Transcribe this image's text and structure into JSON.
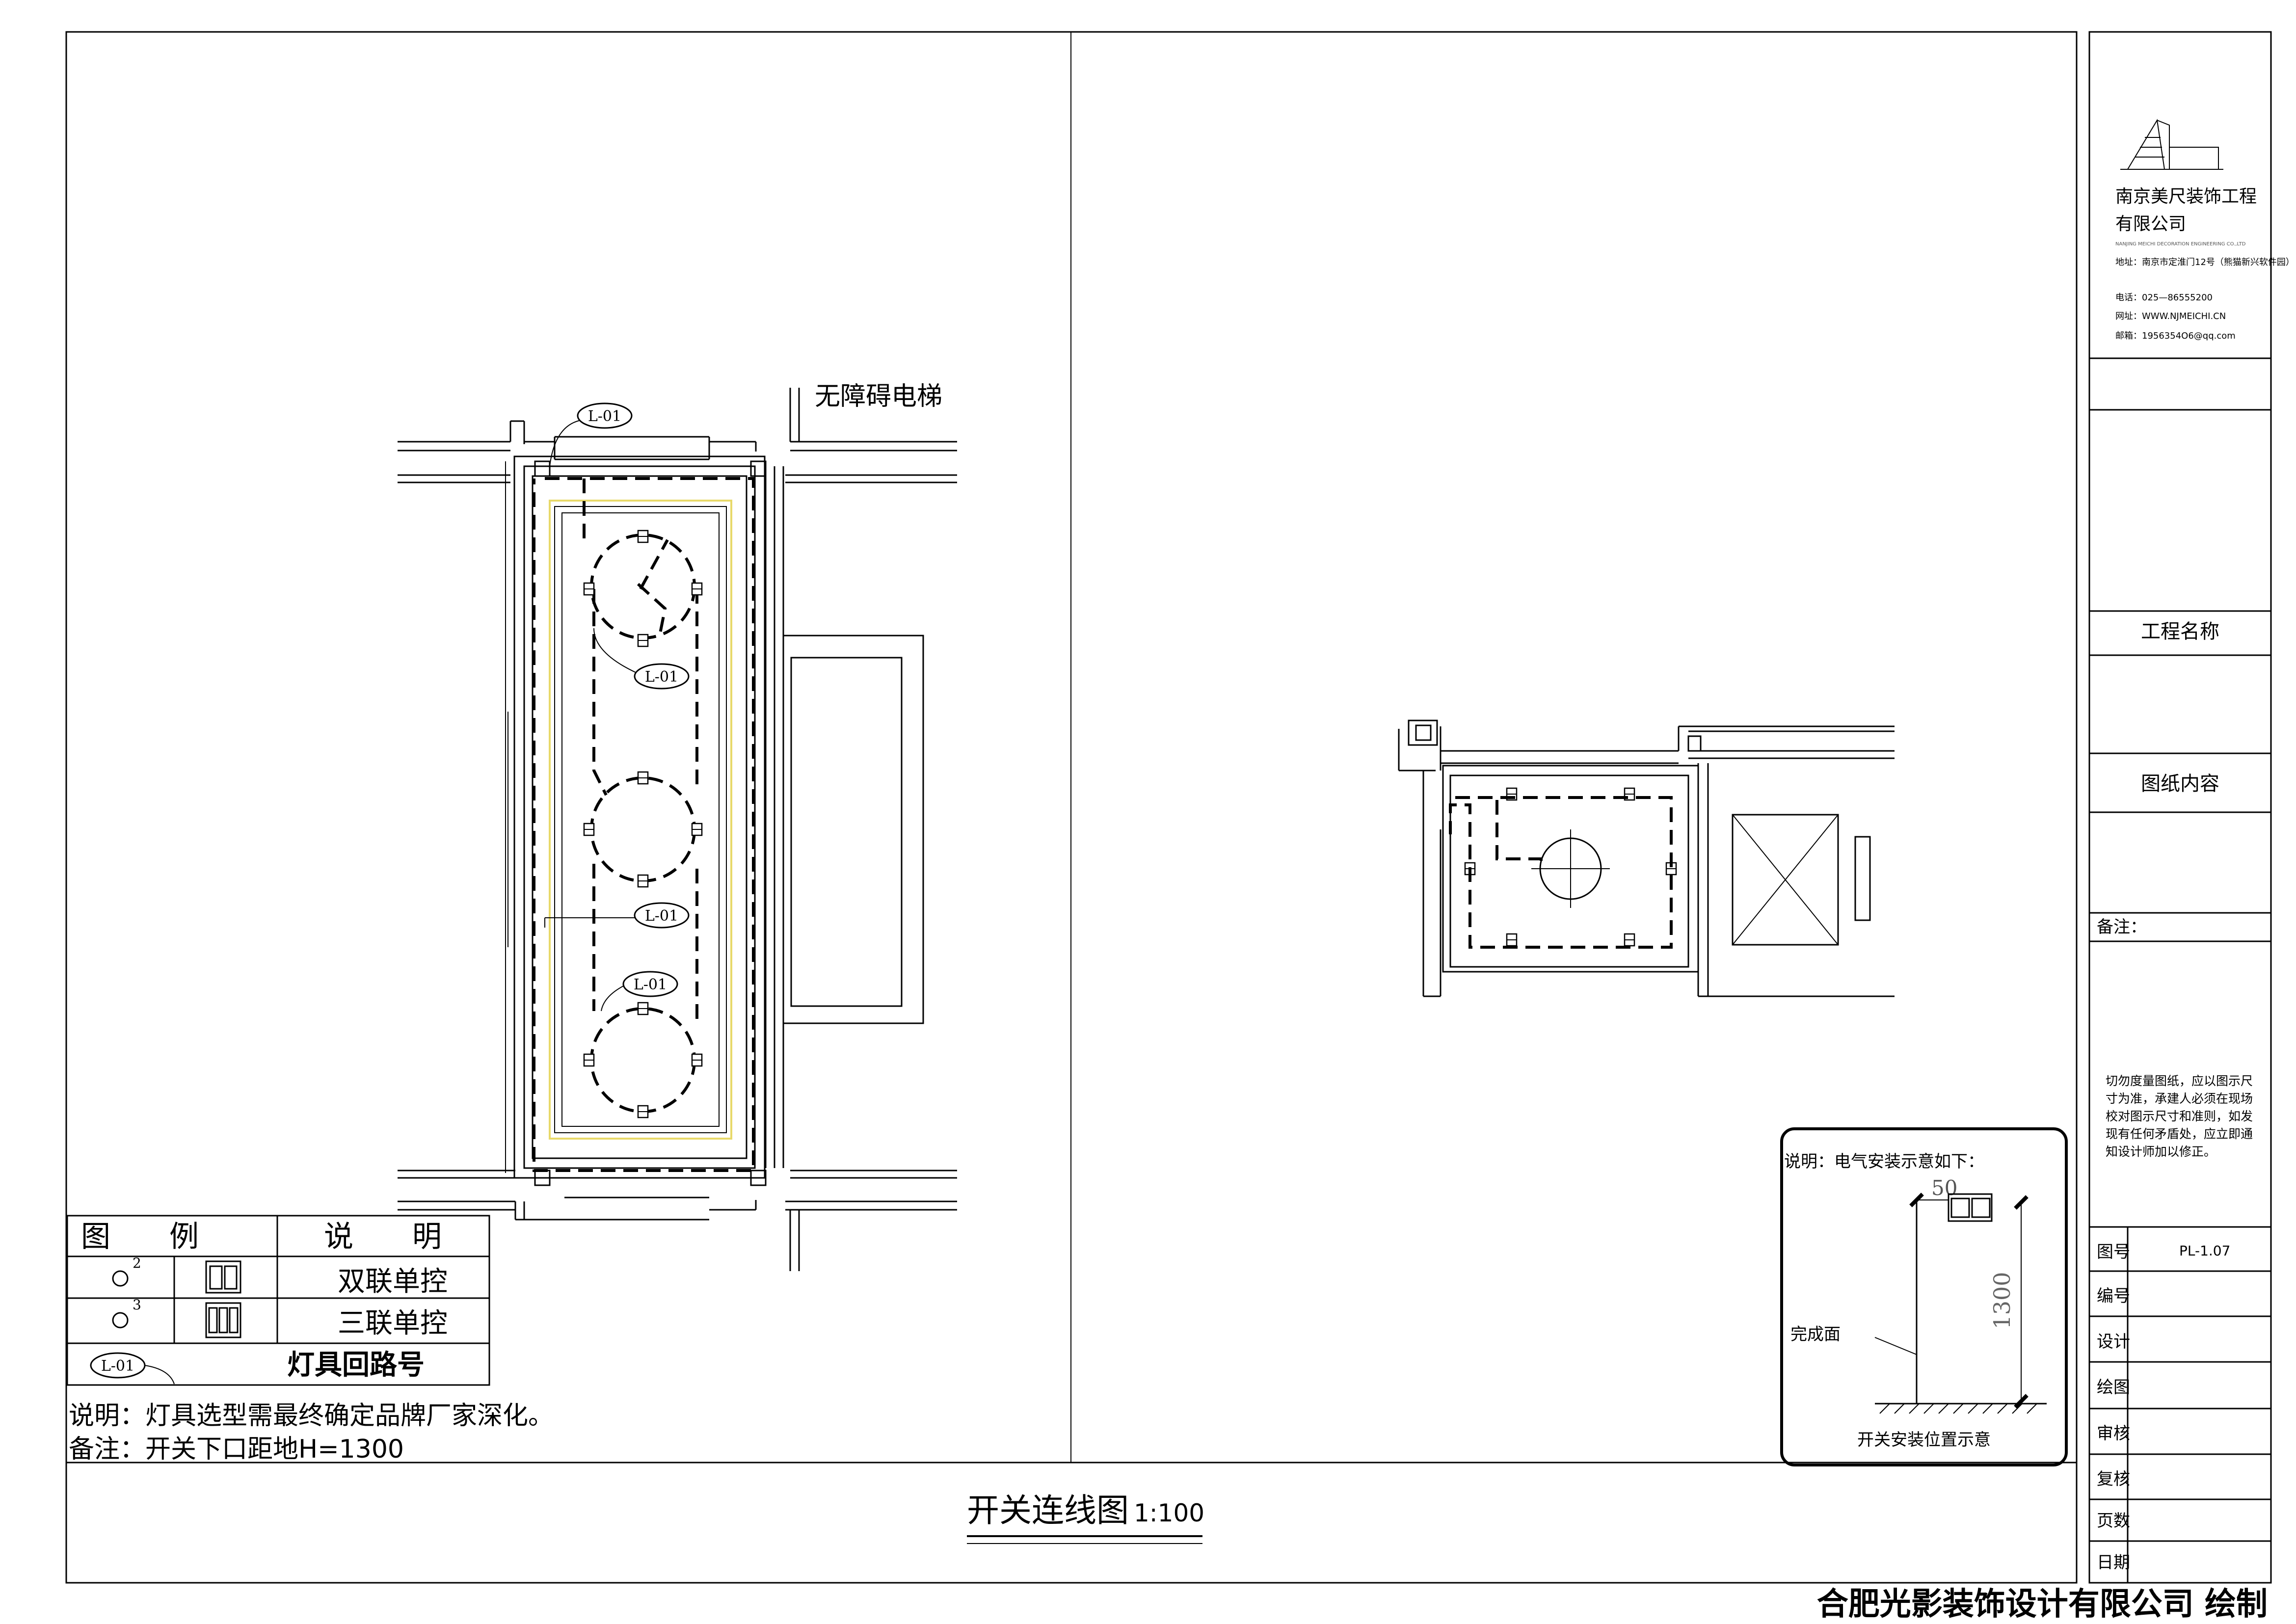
{
  "drawing": {
    "title": "开关连线图",
    "scale": "1:100",
    "stair_label": "无障碍电梯",
    "circuit_tag": "L-01",
    "footer": "合肥光影装饰设计有限公司 绘制"
  },
  "legend": {
    "header_symbol": "图　　例",
    "header_desc": "说　　明",
    "rows": [
      {
        "marker": "2",
        "desc": "双联单控"
      },
      {
        "marker": "3",
        "desc": "三联单控"
      },
      {
        "marker": "L-01",
        "desc": "灯具回路号"
      }
    ]
  },
  "notes": {
    "line1": "说明：灯具选型需最终确定品牌厂家深化。",
    "line2": "备注：开关下口距地H=1300"
  },
  "detail": {
    "caption": "说明：电气安装示意如下：",
    "dim_top": "50",
    "dim_height": "1300",
    "surface_label": "完成面",
    "title": "开关安装位置示意"
  },
  "titleblock": {
    "company_line1": "南京美尺装饰工程",
    "company_line2": "有限公司",
    "company_en": "NANJING MEICHI DECORATION ENGINEERING CO.,LTD",
    "address": "地址：南京市定淮门12号（熊猫新兴软件园）",
    "phone": "电话：025—86555200",
    "website": "网址：WWW.NJMEICHI.CN",
    "email": "邮箱：1956354O6@qq.com",
    "project_label": "工程名称",
    "content_label": "图纸内容",
    "remark_label": "备注：",
    "warning": "切勿度量图纸，应以图示尺寸为准，承建人必须在现场校对图示尺寸和准则，如发现有任何矛盾处，应立即通知设计师加以修正。",
    "rows": [
      {
        "label": "图号",
        "value": "PL-1.07"
      },
      {
        "label": "编号",
        "value": ""
      },
      {
        "label": "设计",
        "value": ""
      },
      {
        "label": "绘图",
        "value": ""
      },
      {
        "label": "审核",
        "value": ""
      },
      {
        "label": "复核",
        "value": ""
      },
      {
        "label": "页数",
        "value": ""
      },
      {
        "label": "日期",
        "value": ""
      }
    ]
  }
}
